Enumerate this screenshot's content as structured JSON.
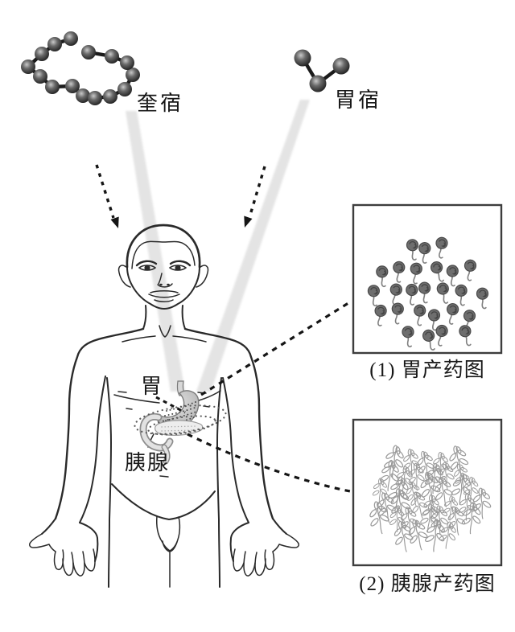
{
  "constellations": {
    "kui": {
      "label": "奎宿",
      "star_count": 15
    },
    "wei": {
      "label": "胃宿",
      "star_count": 3
    }
  },
  "body": {
    "stomach_label": "胃",
    "pancreas_label": "胰腺"
  },
  "panels": [
    {
      "number": "(1)",
      "caption": "胃产药图",
      "content": "stomach-medicine-blob-cluster",
      "item_count": 30
    },
    {
      "number": "(2)",
      "caption": "胰腺产药图",
      "content": "pancreas-medicine-plant-cluster",
      "item_count": 36
    }
  ],
  "colors": {
    "ink": "#2a2a2a",
    "text": "#171717",
    "beam": "#e4e4e4",
    "star_edge": "#1b1b1b",
    "star_core": "#c9c9c9",
    "blob": "#6e6e6e",
    "blob_detail": "#454545",
    "plant": "#9a9a9a",
    "organ_outline": "#7a7a7a",
    "box_border": "#3d3d3d",
    "dash": "#151515"
  }
}
